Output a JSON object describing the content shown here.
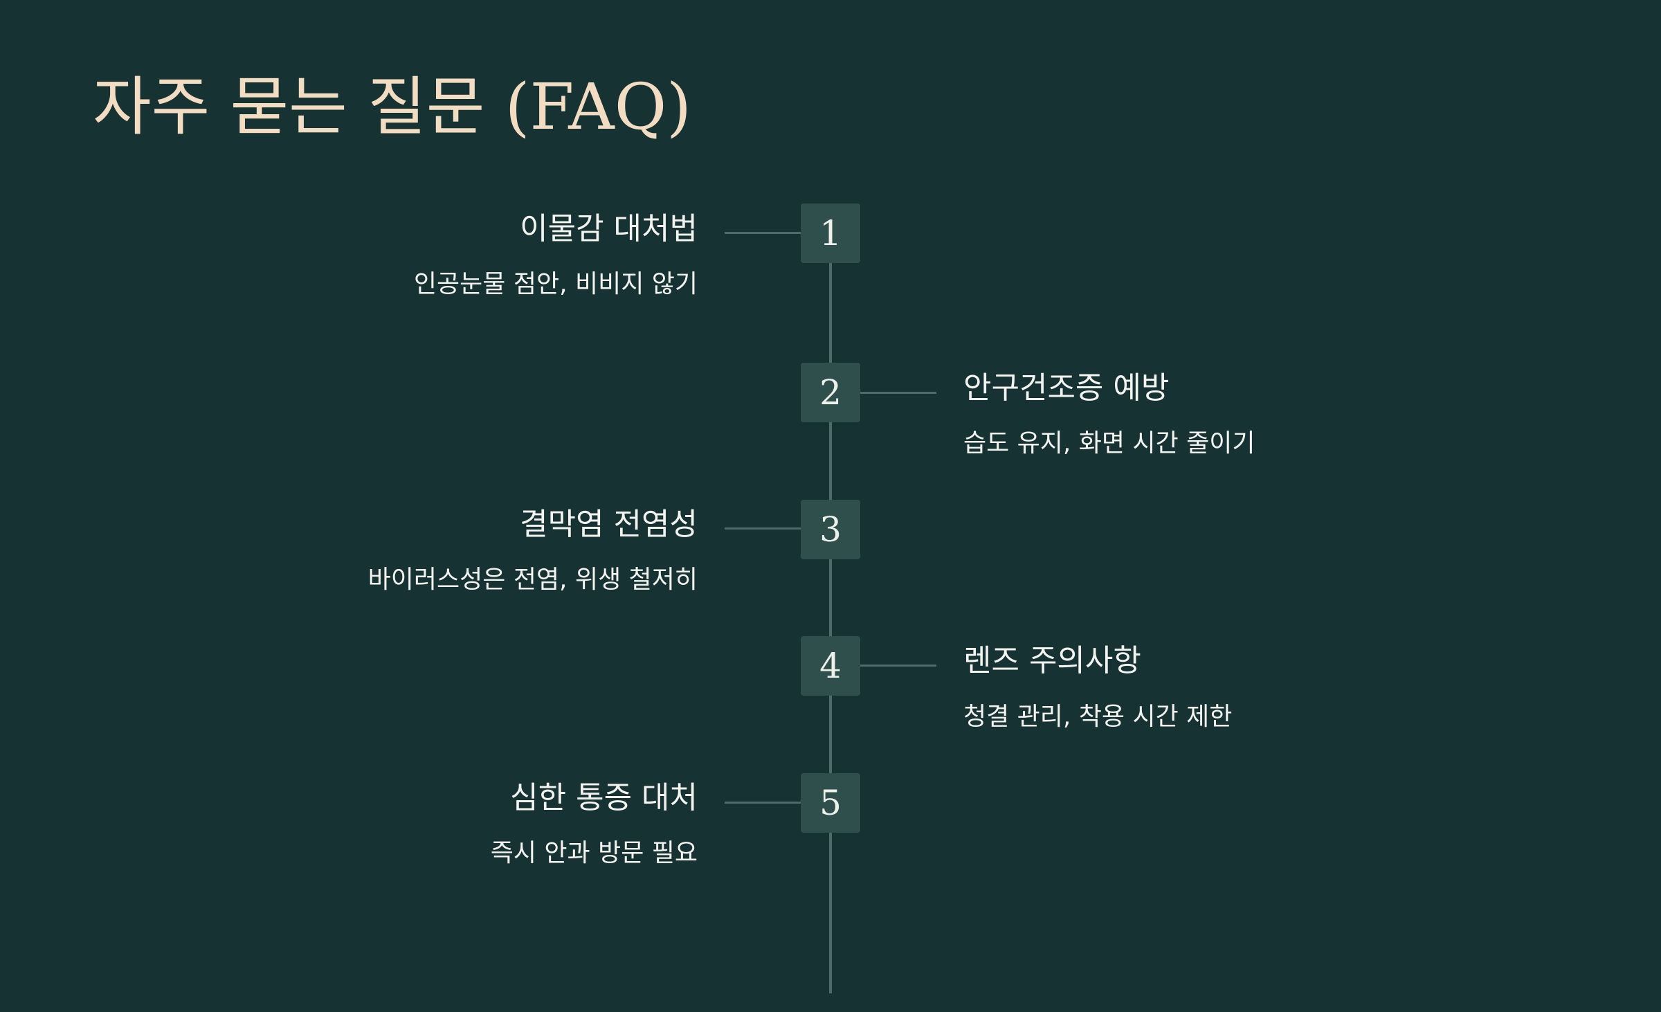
{
  "title": "자주 묻는 질문 (FAQ)",
  "items": [
    {
      "number": "1",
      "heading": "이물감 대처법",
      "detail": "인공눈물 점안, 비비지 않기"
    },
    {
      "number": "2",
      "heading": "안구건조증 예방",
      "detail": "습도 유지, 화면 시간 줄이기"
    },
    {
      "number": "3",
      "heading": "결막염 전염성",
      "detail": "바이러스성은 전염, 위생 철저히"
    },
    {
      "number": "4",
      "heading": "렌즈 주의사항",
      "detail": "청결 관리, 착용 시간 제한"
    },
    {
      "number": "5",
      "heading": "심한 통증 대처",
      "detail": "즉시 안과 방문 필요"
    }
  ]
}
